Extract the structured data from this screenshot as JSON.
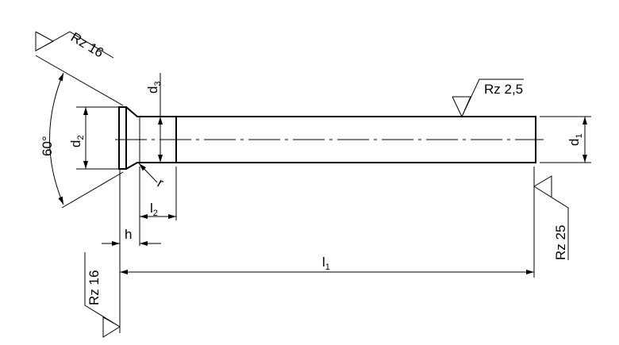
{
  "labels": {
    "d1": "d",
    "d1_sub": "1",
    "d2": "d",
    "d2_sub": "2",
    "d3": "d",
    "d3_sub": "3",
    "l1": "l",
    "l1_sub": "1",
    "l2": "l",
    "l2_sub": "2",
    "h": "h",
    "r": "r",
    "angle": "60°"
  },
  "roughness": {
    "head_cone": "Rz  16",
    "shank": "Rz  2,5",
    "end_face": "Rz  25",
    "head_face": "Rz  16"
  }
}
